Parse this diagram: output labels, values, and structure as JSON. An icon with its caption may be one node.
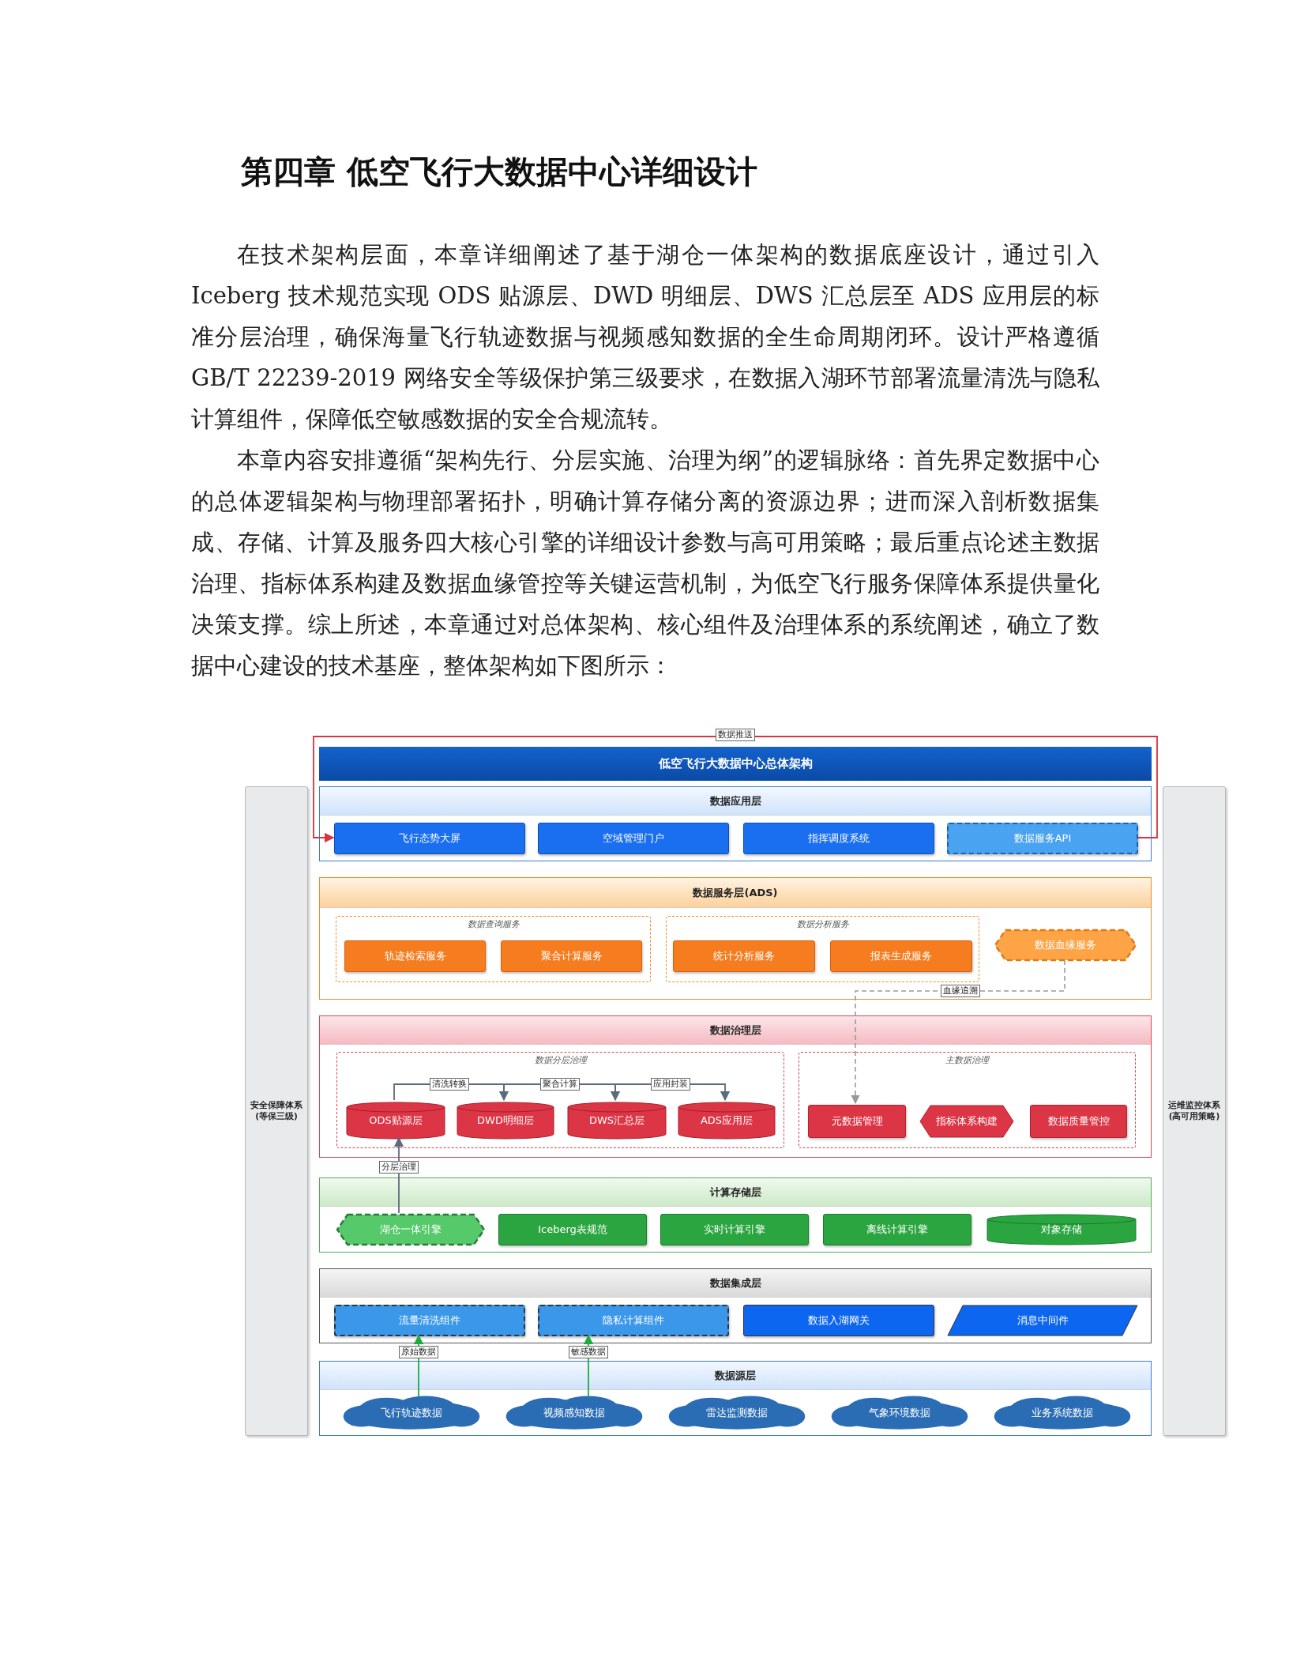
{
  "diagram": {
    "title": "第四章 低空飞行大数据中心详细设计",
    "nodes": [
      {
        "text": [
          "低空飞行大数据中心总体架构"
        ]
      },
      {
        "text": [
          "数据应用层"
        ]
      },
      {
        "text": [
          "飞行态势大屏"
        ],
        "in": 1
      },
      {
        "text": [
          "空域管理门户"
        ],
        "in": 1
      },
      {
        "text": [
          "指挥调度系统"
        ],
        "in": 1
      },
      {
        "text": [
          "数据服务API"
        ],
        "in": 1
      },
      {
        "text": [
          "数据服务层(ADS)"
        ]
      },
      {
        "text": [
          "数据查询服务"
        ],
        "in": 6
      },
      {
        "text": [
          "轨迹检索服务"
        ],
        "in": 7
      },
      {
        "text": [
          "聚合计算服务"
        ],
        "in": 7
      },
      {
        "text": [
          "数据分析服务"
        ],
        "in": 6
      },
      {
        "text": [
          "统计分析服务"
        ],
        "in": 10
      },
      {
        "text": [
          "报表生成服务"
        ],
        "in": 10
      },
      {
        "text": [
          "数据血缘服务"
        ],
        "in": 6
      },
      {
        "text": [
          "数据治理层"
        ]
      },
      {
        "text": [
          "数据分层治理"
        ],
        "in": 14
      },
      {
        "text": [
          "ODS贴源层"
        ],
        "in": 15
      },
      {
        "text": [
          "DWD明细层"
        ],
        "in": 15
      },
      {
        "text": [
          "DWS汇总层"
        ],
        "in": 15
      },
      {
        "text": [
          "ADS应用层"
        ],
        "in": 15
      },
      {
        "text": [
          "主数据治理"
        ],
        "in": 14
      },
      {
        "text": [
          "元数据管理"
        ],
        "in": 20
      },
      {
        "text": [
          "指标体系构建"
        ],
        "in": 20
      },
      {
        "text": [
          "数据质量管控"
        ],
        "in": 20
      },
      {
        "text": [
          "计算存储层"
        ]
      },
      {
        "text": [
          "湖仓一体引擎"
        ],
        "in": 24
      },
      {
        "text": [
          "Iceberg表规范"
        ],
        "in": 24
      },
      {
        "text": [
          "实时计算引擎"
        ],
        "in": 24
      },
      {
        "text": [
          "离线计算引擎"
        ],
        "in": 24
      },
      {
        "text": [
          "对象存储"
        ],
        "in": 24
      },
      {
        "text": [
          "数据集成层"
        ]
      },
      {
        "text": [
          "流量清洗组件"
        ],
        "in": 30
      },
      {
        "text": [
          "隐私计算组件"
        ],
        "in": 30
      },
      {
        "text": [
          "数据入湖网关"
        ],
        "in": 30
      },
      {
        "text": [
          "消息中间件"
        ],
        "in": 30
      },
      {
        "text": [
          "数据源层"
        ]
      },
      {
        "text": [
          "飞行轨迹数据"
        ],
        "in": 35
      },
      {
        "text": [
          "视频感知数据"
        ],
        "in": 35
      },
      {
        "text": [
          "雷达监测数据"
        ],
        "in": 35
      },
      {
        "text": [
          "气象环境数据"
        ],
        "in": 35
      },
      {
        "text": [
          "业务系统数据"
        ],
        "in": 35
      },
      {
        "text": [
          "安全保障体系 (等保三级)"
        ]
      },
      {
        "text": [
          "运维监控体系 (高可用策略)"
        ]
      }
    ],
    "edges": [
      {
        "from": 5,
        "to": 2,
        "arrow": "to",
        "label": "数据推送",
        "color": "#d9333f"
      },
      {
        "from": 16,
        "to": 17,
        "arrow": "to",
        "label": "清洗转换"
      },
      {
        "from": 17,
        "to": 18,
        "arrow": "to",
        "label": "聚合计算"
      },
      {
        "from": 18,
        "to": 19,
        "arrow": "to",
        "label": "应用封装"
      },
      {
        "from": 13,
        "to": 21,
        "arrow": "to",
        "label": "血缘追溯",
        "style": "dashed",
        "color": "#9a9a9a"
      },
      {
        "from": 25,
        "to": 16,
        "arrow": "to",
        "label": "分层治理"
      },
      {
        "from": 36,
        "to": 31,
        "arrow": "to",
        "label": "原始数据",
        "color": "#1faa3c"
      },
      {
        "from": 37,
        "to": 32,
        "arrow": "to",
        "label": "敏感数据",
        "color": "#1faa3c"
      }
    ],
    "labels": [
      "在技术架构层面，本章详细阐述了基于湖仓一体架构的数据底座设计，通过引入 Iceberg 技术规范实现 ODS 贴源层、DWD 明细层、DWS 汇总层至 ADS 应用层的标准分层治理，确保海量飞行轨迹数据与视频感知数据的全生命周期闭环。设计严格遵循 GB/T 22239-2019 网络安全等级保护第三级要求，在数据入湖环节部署流量清洗与隐私计算组件，保障低空敏感数据的安全合规流转。",
      "本章内容安排遵循“架构先行、分层实施、治理为纲”的逻辑脉络：首先界定数据中心的总体逻辑架构与物理部署拓扑，明确计算存储分离的资源边界；进而深入剖析数据集成、存储、计算及服务四大核心引擎的详细设计参数与高可用策略；最后重点论述主数据治理、指标体系构建及数据血缘管控等关键运营机制，为低空飞行服务保障体系提供量化决策支撑。综上所述，本章通过对总体架构、核心组件及治理体系的系统阐述，确立了数据中心建设的技术基座，整体架构如下图所示："
    ]
  }
}
